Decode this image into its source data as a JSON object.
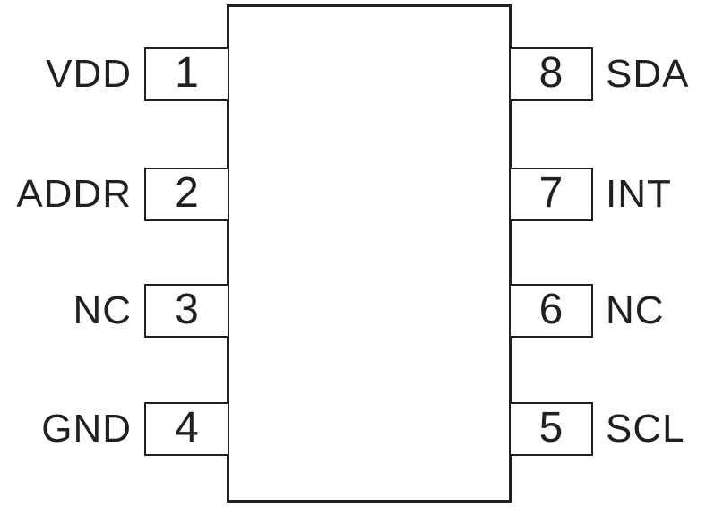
{
  "diagram": {
    "type": "ic-pinout",
    "pin_count": 8,
    "colors": {
      "line": "#231f20",
      "text": "#231f20",
      "background": "#ffffff"
    },
    "pins": [
      {
        "number": "1",
        "name": "VDD",
        "side": "left"
      },
      {
        "number": "2",
        "name": "ADDR",
        "side": "left"
      },
      {
        "number": "3",
        "name": "NC",
        "side": "left"
      },
      {
        "number": "4",
        "name": "GND",
        "side": "left"
      },
      {
        "number": "5",
        "name": "SCL",
        "side": "right"
      },
      {
        "number": "6",
        "name": "NC",
        "side": "right"
      },
      {
        "number": "7",
        "name": "INT",
        "side": "right"
      },
      {
        "number": "8",
        "name": "SDA",
        "side": "right"
      }
    ]
  }
}
